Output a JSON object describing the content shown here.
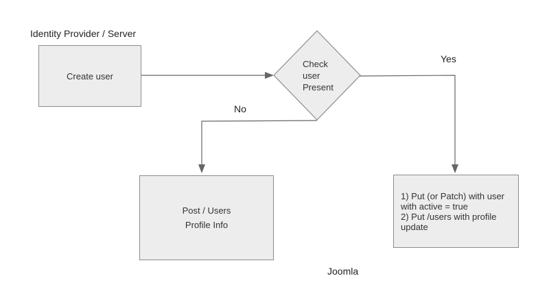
{
  "diagram": {
    "top_label": "Identity Provider / Server",
    "bottom_label": "Joomla",
    "nodes": {
      "create_user": {
        "label": "Create user"
      },
      "check_user_present": {
        "line1": "Check",
        "line2": "user",
        "line3": "Present"
      },
      "post_users": {
        "line1": "Post / Users",
        "line2": "Profile Info"
      },
      "put_patch": {
        "line1": "1) Put (or Patch) with user",
        "line2": "with active = true",
        "line3": "2) Put /users with profile",
        "line4": "update"
      }
    },
    "edge_labels": {
      "yes": "Yes",
      "no": "No"
    },
    "colors": {
      "shape_fill": "#ededed",
      "shape_border": "#8c8c8c",
      "connector": "#666666",
      "text": "#333333",
      "background": "#ffffff"
    }
  }
}
